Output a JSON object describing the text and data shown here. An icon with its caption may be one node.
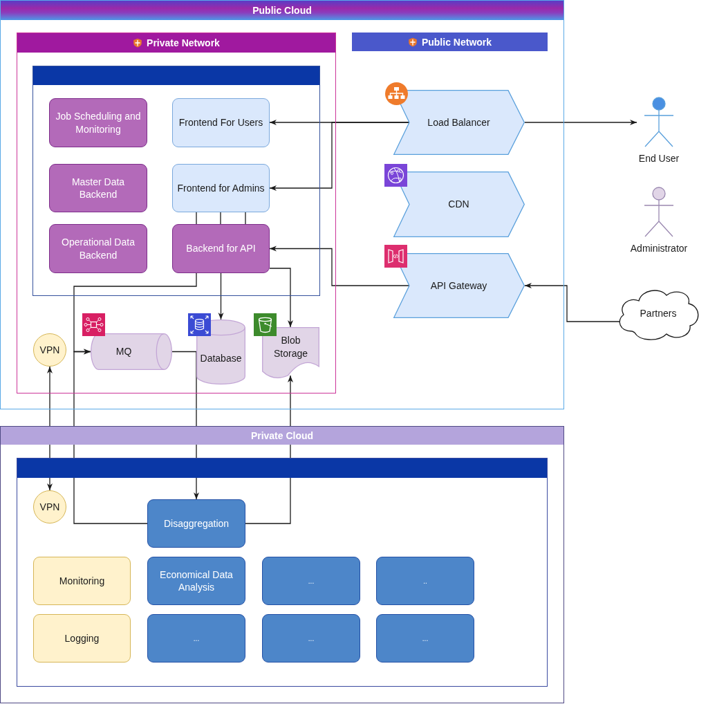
{
  "diagram": {
    "nodes": [
      {
        "text": [
          "Public Cloud"
        ]
      },
      {
        "text": [
          "Private Network"
        ],
        "in": 0
      },
      {
        "text": [],
        "shape": "box",
        "in": 1
      },
      {
        "text": [
          "Job Scheduling and Monitoring"
        ],
        "in": 2
      },
      {
        "text": [
          "Frontend For Users"
        ],
        "in": 2
      },
      {
        "text": [
          "Master Data Backend"
        ],
        "in": 2
      },
      {
        "text": [
          "Frontend for Admins"
        ],
        "in": 2
      },
      {
        "text": [
          "Operational Data Backend"
        ],
        "in": 2
      },
      {
        "text": [
          "Backend for API"
        ],
        "in": 2
      },
      {
        "text": [
          "VPN"
        ],
        "in": 1
      },
      {
        "text": [
          "MQ"
        ],
        "in": 1
      },
      {
        "text": [
          "Database"
        ],
        "in": 1
      },
      {
        "text": [
          "Blob Storage"
        ],
        "in": 1
      },
      {
        "text": [
          "Public Network"
        ],
        "in": 0
      },
      {
        "text": [
          "Load Balancer"
        ],
        "in": 0
      },
      {
        "text": [
          "CDN"
        ],
        "in": 0
      },
      {
        "text": [
          "API Gateway"
        ],
        "in": 0
      },
      {
        "text": [
          "End User"
        ]
      },
      {
        "text": [
          "Administrator"
        ]
      },
      {
        "text": [
          "Partners"
        ]
      },
      {
        "text": [
          "Private Cloud"
        ]
      },
      {
        "text": [],
        "shape": "box",
        "in": 20
      },
      {
        "text": [
          "VPN"
        ],
        "in": 21
      },
      {
        "text": [
          "Disaggregation"
        ],
        "in": 21
      },
      {
        "text": [
          "Monitoring"
        ],
        "in": 21
      },
      {
        "text": [
          "Economical Data Analysis"
        ],
        "in": 21
      },
      {
        "text": [
          "..."
        ],
        "in": 21
      },
      {
        "text": [
          ".."
        ],
        "in": 21
      },
      {
        "text": [
          "Logging"
        ],
        "in": 21
      },
      {
        "text": [
          "..."
        ],
        "in": 21
      },
      {
        "text": [
          "..."
        ],
        "in": 21
      },
      {
        "text": [
          "..."
        ],
        "in": 21
      }
    ],
    "edges": [
      {
        "from": 14,
        "to": 17,
        "arrow": "to"
      },
      {
        "from": 14,
        "to": 4,
        "arrow": "to"
      },
      {
        "from": 14,
        "to": 6,
        "arrow": "to"
      },
      {
        "from": 16,
        "to": 8,
        "arrow": "to"
      },
      {
        "from": 19,
        "to": 16,
        "arrow": "to"
      },
      {
        "from": 6,
        "to": 8,
        "arrow": "none"
      },
      {
        "from": 6,
        "to": 8,
        "arrow": "none"
      },
      {
        "from": 6,
        "to": 8,
        "arrow": "none"
      },
      {
        "from": 8,
        "to": 11,
        "arrow": "to"
      },
      {
        "from": 8,
        "to": 12,
        "arrow": "to"
      },
      {
        "from": 8,
        "to": 10,
        "arrow": "to"
      },
      {
        "from": 23,
        "to": 10,
        "arrow": "to"
      },
      {
        "from": 10,
        "to": 23,
        "arrow": "to"
      },
      {
        "from": 23,
        "to": 12,
        "arrow": "to"
      },
      {
        "from": 9,
        "to": 22,
        "arrow": "both"
      }
    ]
  }
}
